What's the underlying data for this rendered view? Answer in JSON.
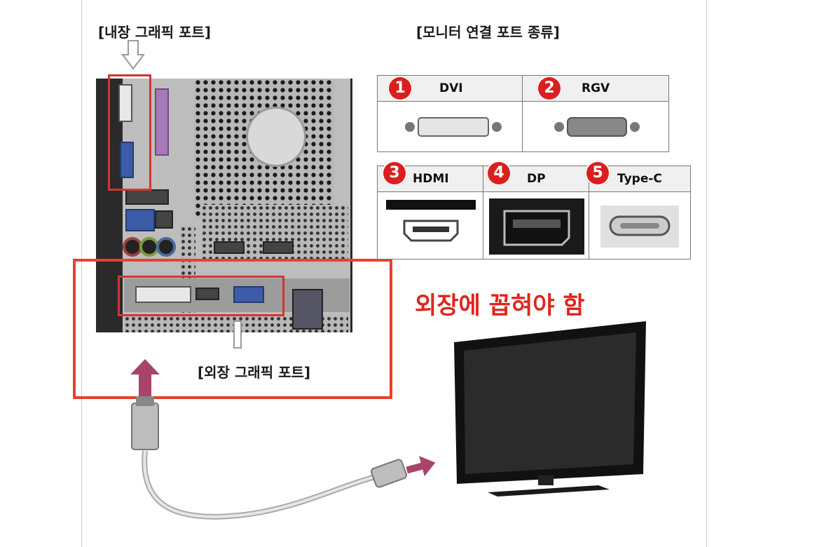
{
  "labels": {
    "internal_graphics_port": "[내장 그래픽 포트]",
    "monitor_port_types": "[모니터 연결 포트 종류]",
    "external_graphics_port": "[외장 그래픽 포트]",
    "must_plug_external": "외장에 꼽혀야 함"
  },
  "ports": [
    {
      "number": "1",
      "name": "DVI"
    },
    {
      "number": "2",
      "name": "RGV"
    },
    {
      "number": "3",
      "name": "HDMI"
    },
    {
      "number": "4",
      "name": "DP"
    },
    {
      "number": "5",
      "name": "Type-C"
    }
  ],
  "colors": {
    "highlight_red": "#d23535",
    "headline_red": "#e0251c",
    "arrow_magenta": "#a8446a",
    "badge_red": "#d91f1f"
  }
}
